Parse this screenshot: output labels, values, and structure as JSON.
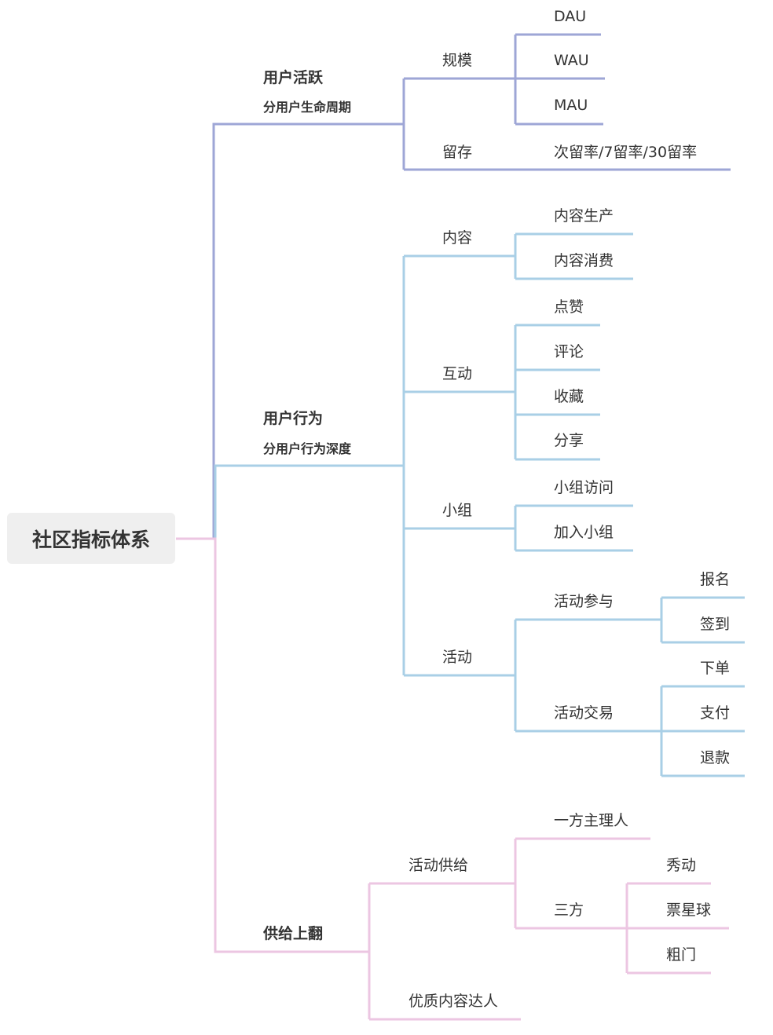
{
  "colors": {
    "active": "#9ea6d6",
    "behavior": "#a9cfe6",
    "supply": "#ecc6e2",
    "root_bg": "#efefef",
    "text": "#333333"
  },
  "root": {
    "label": "社区指标体系"
  },
  "branches": {
    "active": {
      "title": "用户活跃",
      "subtitle": "分用户生命周期",
      "scale": {
        "label": "规模",
        "items": [
          "DAU",
          "WAU",
          "MAU"
        ]
      },
      "retention": {
        "label": "留存",
        "item": "次留率/7留率/30留率"
      }
    },
    "behavior": {
      "title": "用户行为",
      "subtitle": "分用户行为深度",
      "content": {
        "label": "内容",
        "items": [
          "内容生产",
          "内容消费"
        ]
      },
      "interaction": {
        "label": "互动",
        "items": [
          "点赞",
          "评论",
          "收藏",
          "分享"
        ]
      },
      "group": {
        "label": "小组",
        "items": [
          "小组访问",
          "加入小组"
        ]
      },
      "activity": {
        "label": "活动",
        "participate": {
          "label": "活动参与",
          "items": [
            "报名",
            "签到"
          ]
        },
        "trade": {
          "label": "活动交易",
          "items": [
            "下单",
            "支付",
            "退款"
          ]
        }
      }
    },
    "supply": {
      "title": "供给上翻",
      "activity_supply": {
        "label": "活动供给",
        "first_party": "一方主理人",
        "third_party": {
          "label": "三方",
          "items": [
            "秀动",
            "票星球",
            "粗门"
          ]
        }
      },
      "quality_creators": {
        "label": "优质内容达人"
      }
    }
  }
}
